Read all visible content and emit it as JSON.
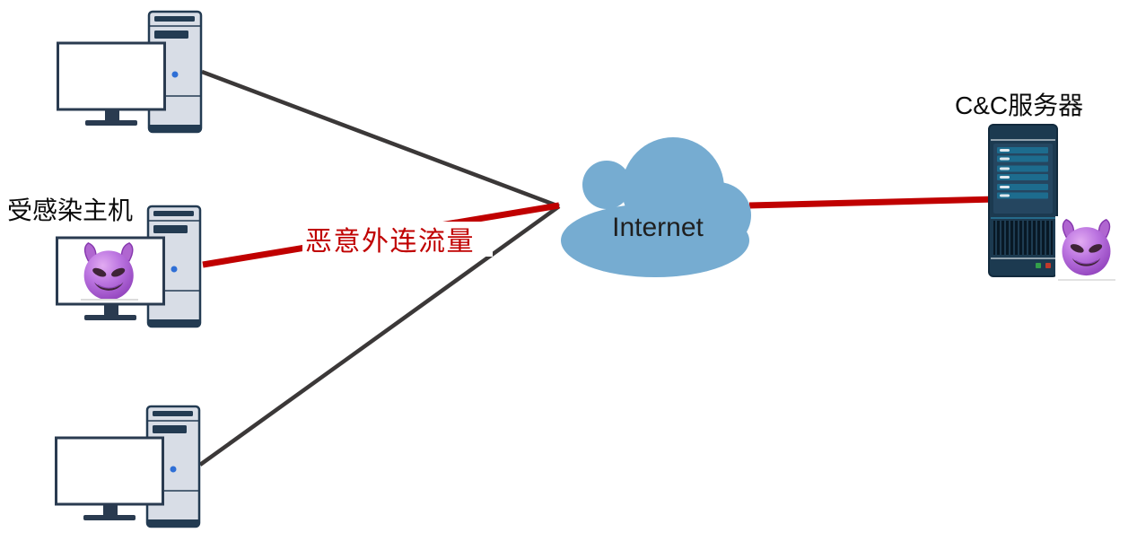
{
  "diagram": {
    "type": "network-security-topology",
    "labels": {
      "infected_host": "受感染主机",
      "malicious_traffic": "恶意外连流量",
      "internet": "Internet",
      "cc_server": "C&C服务器"
    },
    "colors": {
      "link_normal": "#3b3838",
      "link_malicious": "#c00000",
      "cloud": "#76acd1",
      "tower_fill": "#d8dde6",
      "outline_dark": "#233b52",
      "server_body": "#1c3a50",
      "server_bar": "#1d6c8e",
      "power_led": "#2f6fd6",
      "led_green": "#33a04a",
      "led_red": "#c0392b",
      "emoji_purple": "#a855c8"
    }
  }
}
